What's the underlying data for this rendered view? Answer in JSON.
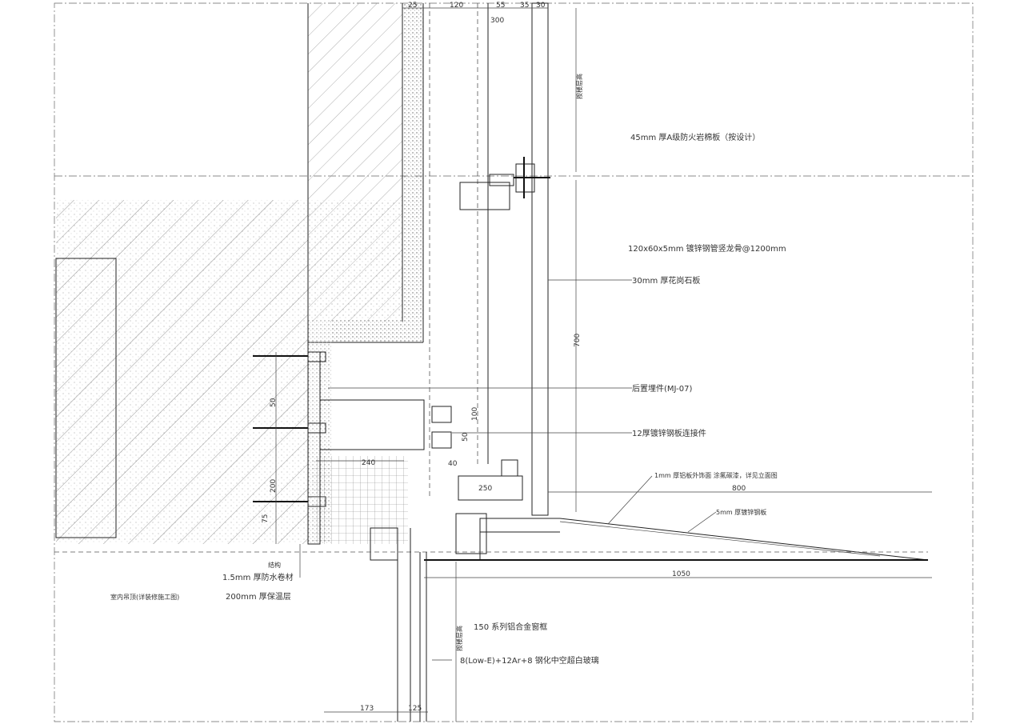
{
  "annotations": {
    "stone_panel_45": "45mm 厚A级防火岩棉板（按设计）",
    "steel_tube": "120x60x5mm 镀锌钢管竖龙骨@1200mm",
    "stone_30": "30mm 厚花岗石板",
    "bolt": "后置埋件(MJ-07)",
    "steel_plate": "12厚镀锌钢板连接件",
    "aluminum_sheet": "1mm 厚铝板外饰面 涂氟碳漆，详见立面图",
    "slope_plate": "5mm 厚镀锌钢板",
    "waterproof": "1.5mm 厚防水卷材",
    "insulation": "200mm 厚保温层",
    "indoor": "室内吊顶(详装修施工图)",
    "frame_150": "150 系列铝合金窗框",
    "glass": "8(Low-E)+12Ar+8 钢化中空超白玻璃",
    "vertical_label_top": "按楼层高",
    "vertical_label_bottom": "按楼层高",
    "floor_tag": "结构"
  },
  "dimensions": {
    "d25a": "25",
    "d120": "120",
    "d55": "55",
    "d35": "35",
    "d30": "30",
    "d300": "300",
    "d700": "700",
    "d50": "50",
    "d100": "100",
    "d50b": "50",
    "d40": "40",
    "d240": "240",
    "d250": "250",
    "d200": "200",
    "d75": "75",
    "d800": "800",
    "d1050": "1050",
    "d173": "173",
    "d125": "125"
  },
  "colors": {
    "line": "#222222",
    "hatch": "#9a9a9a",
    "background": "#ffffff"
  }
}
